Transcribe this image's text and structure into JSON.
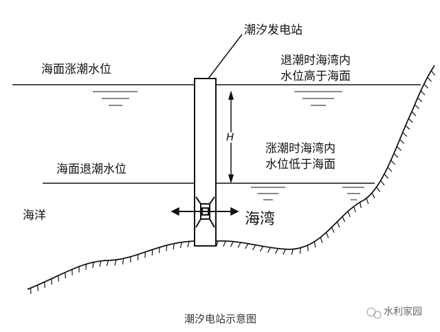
{
  "title": "潮汐发电站",
  "labels": {
    "high_tide_level": "海面涨潮水位",
    "low_tide_level": "海面退潮水位",
    "ebb_note_line1": "退潮时海湾内",
    "ebb_note_line2": "水位高于海面",
    "flood_note_line1": "涨潮时海湾内",
    "flood_note_line2": "水位低于海面",
    "ocean": "海洋",
    "bay": "海湾",
    "head_symbol": "H"
  },
  "caption": "潮汐电站示意图",
  "watermark": "水利家园"
}
